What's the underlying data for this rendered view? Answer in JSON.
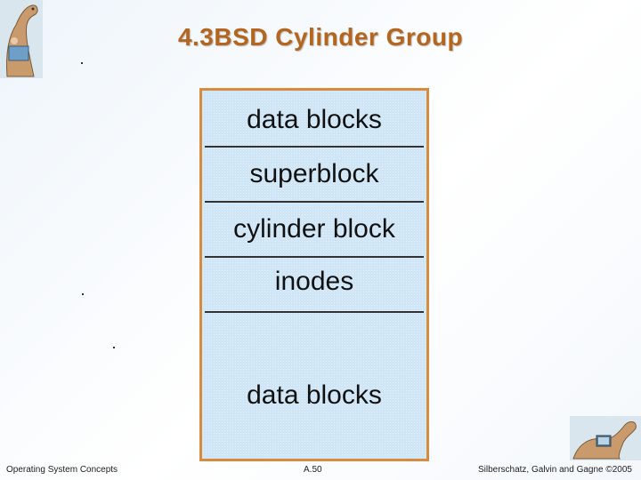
{
  "slide": {
    "title": "4.3BSD Cylinder Group"
  },
  "diagram": {
    "segments": [
      "data blocks",
      "superblock",
      "cylinder block",
      "inodes",
      "data blocks"
    ]
  },
  "footer": {
    "left": "Operating System Concepts",
    "center": "A.50",
    "right": "Silberschatz, Galvin and Gagne ©2005"
  },
  "colors": {
    "title": "#b5651d",
    "box_border": "#d98a3d",
    "box_fill": "#cfe6f6"
  }
}
